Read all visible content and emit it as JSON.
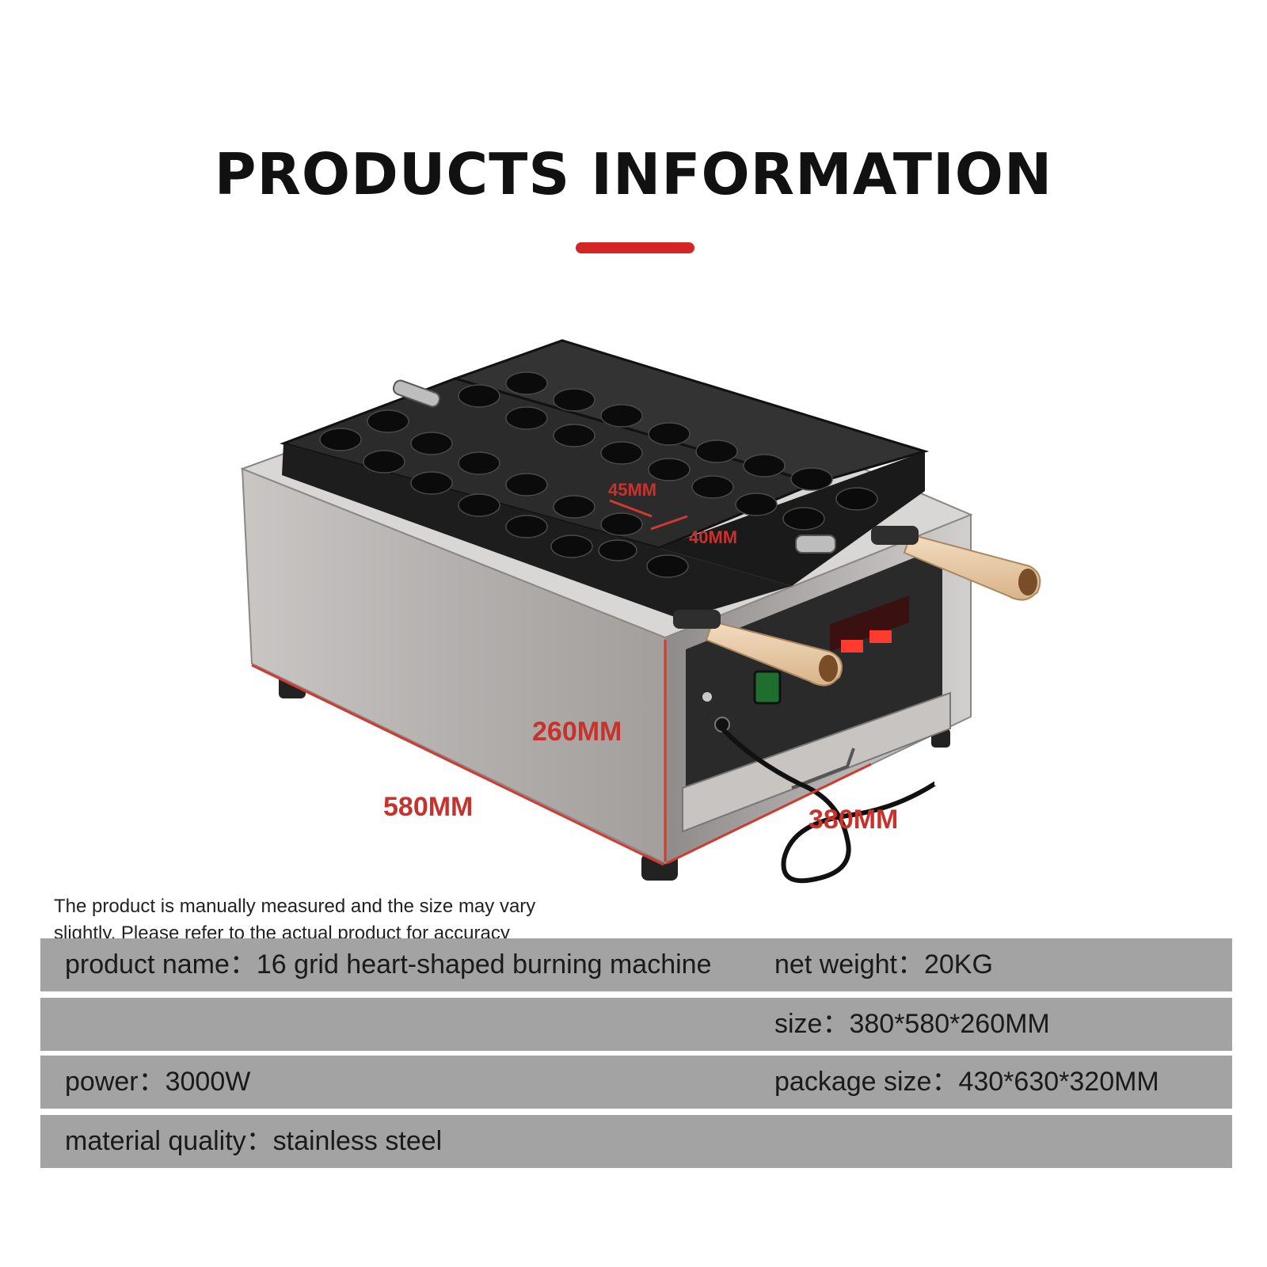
{
  "header": {
    "title": "PRODUCTS INFORMATION",
    "underline_color": "#d42424"
  },
  "figure": {
    "dimensions": {
      "height": "260MM",
      "length": "580MM",
      "width": "380MM",
      "cell_width": "45MM",
      "cell_height": "40MM"
    },
    "dimension_color": "#c8322c"
  },
  "disclaimer": {
    "line1": "The product is manually measured and the size may vary",
    "line2": "slightly. Please refer to the actual product for accuracy"
  },
  "specs": {
    "row_color": "#a3a3a3",
    "rows": [
      {
        "left": "product name：16 grid heart-shaped burning machine",
        "right": "net weight：20KG"
      },
      {
        "left": "",
        "right": "size：380*580*260MM"
      },
      {
        "left": "power：3000W",
        "right": "package size：430*630*320MM"
      },
      {
        "left": "material quality：stainless steel",
        "right": ""
      }
    ]
  }
}
